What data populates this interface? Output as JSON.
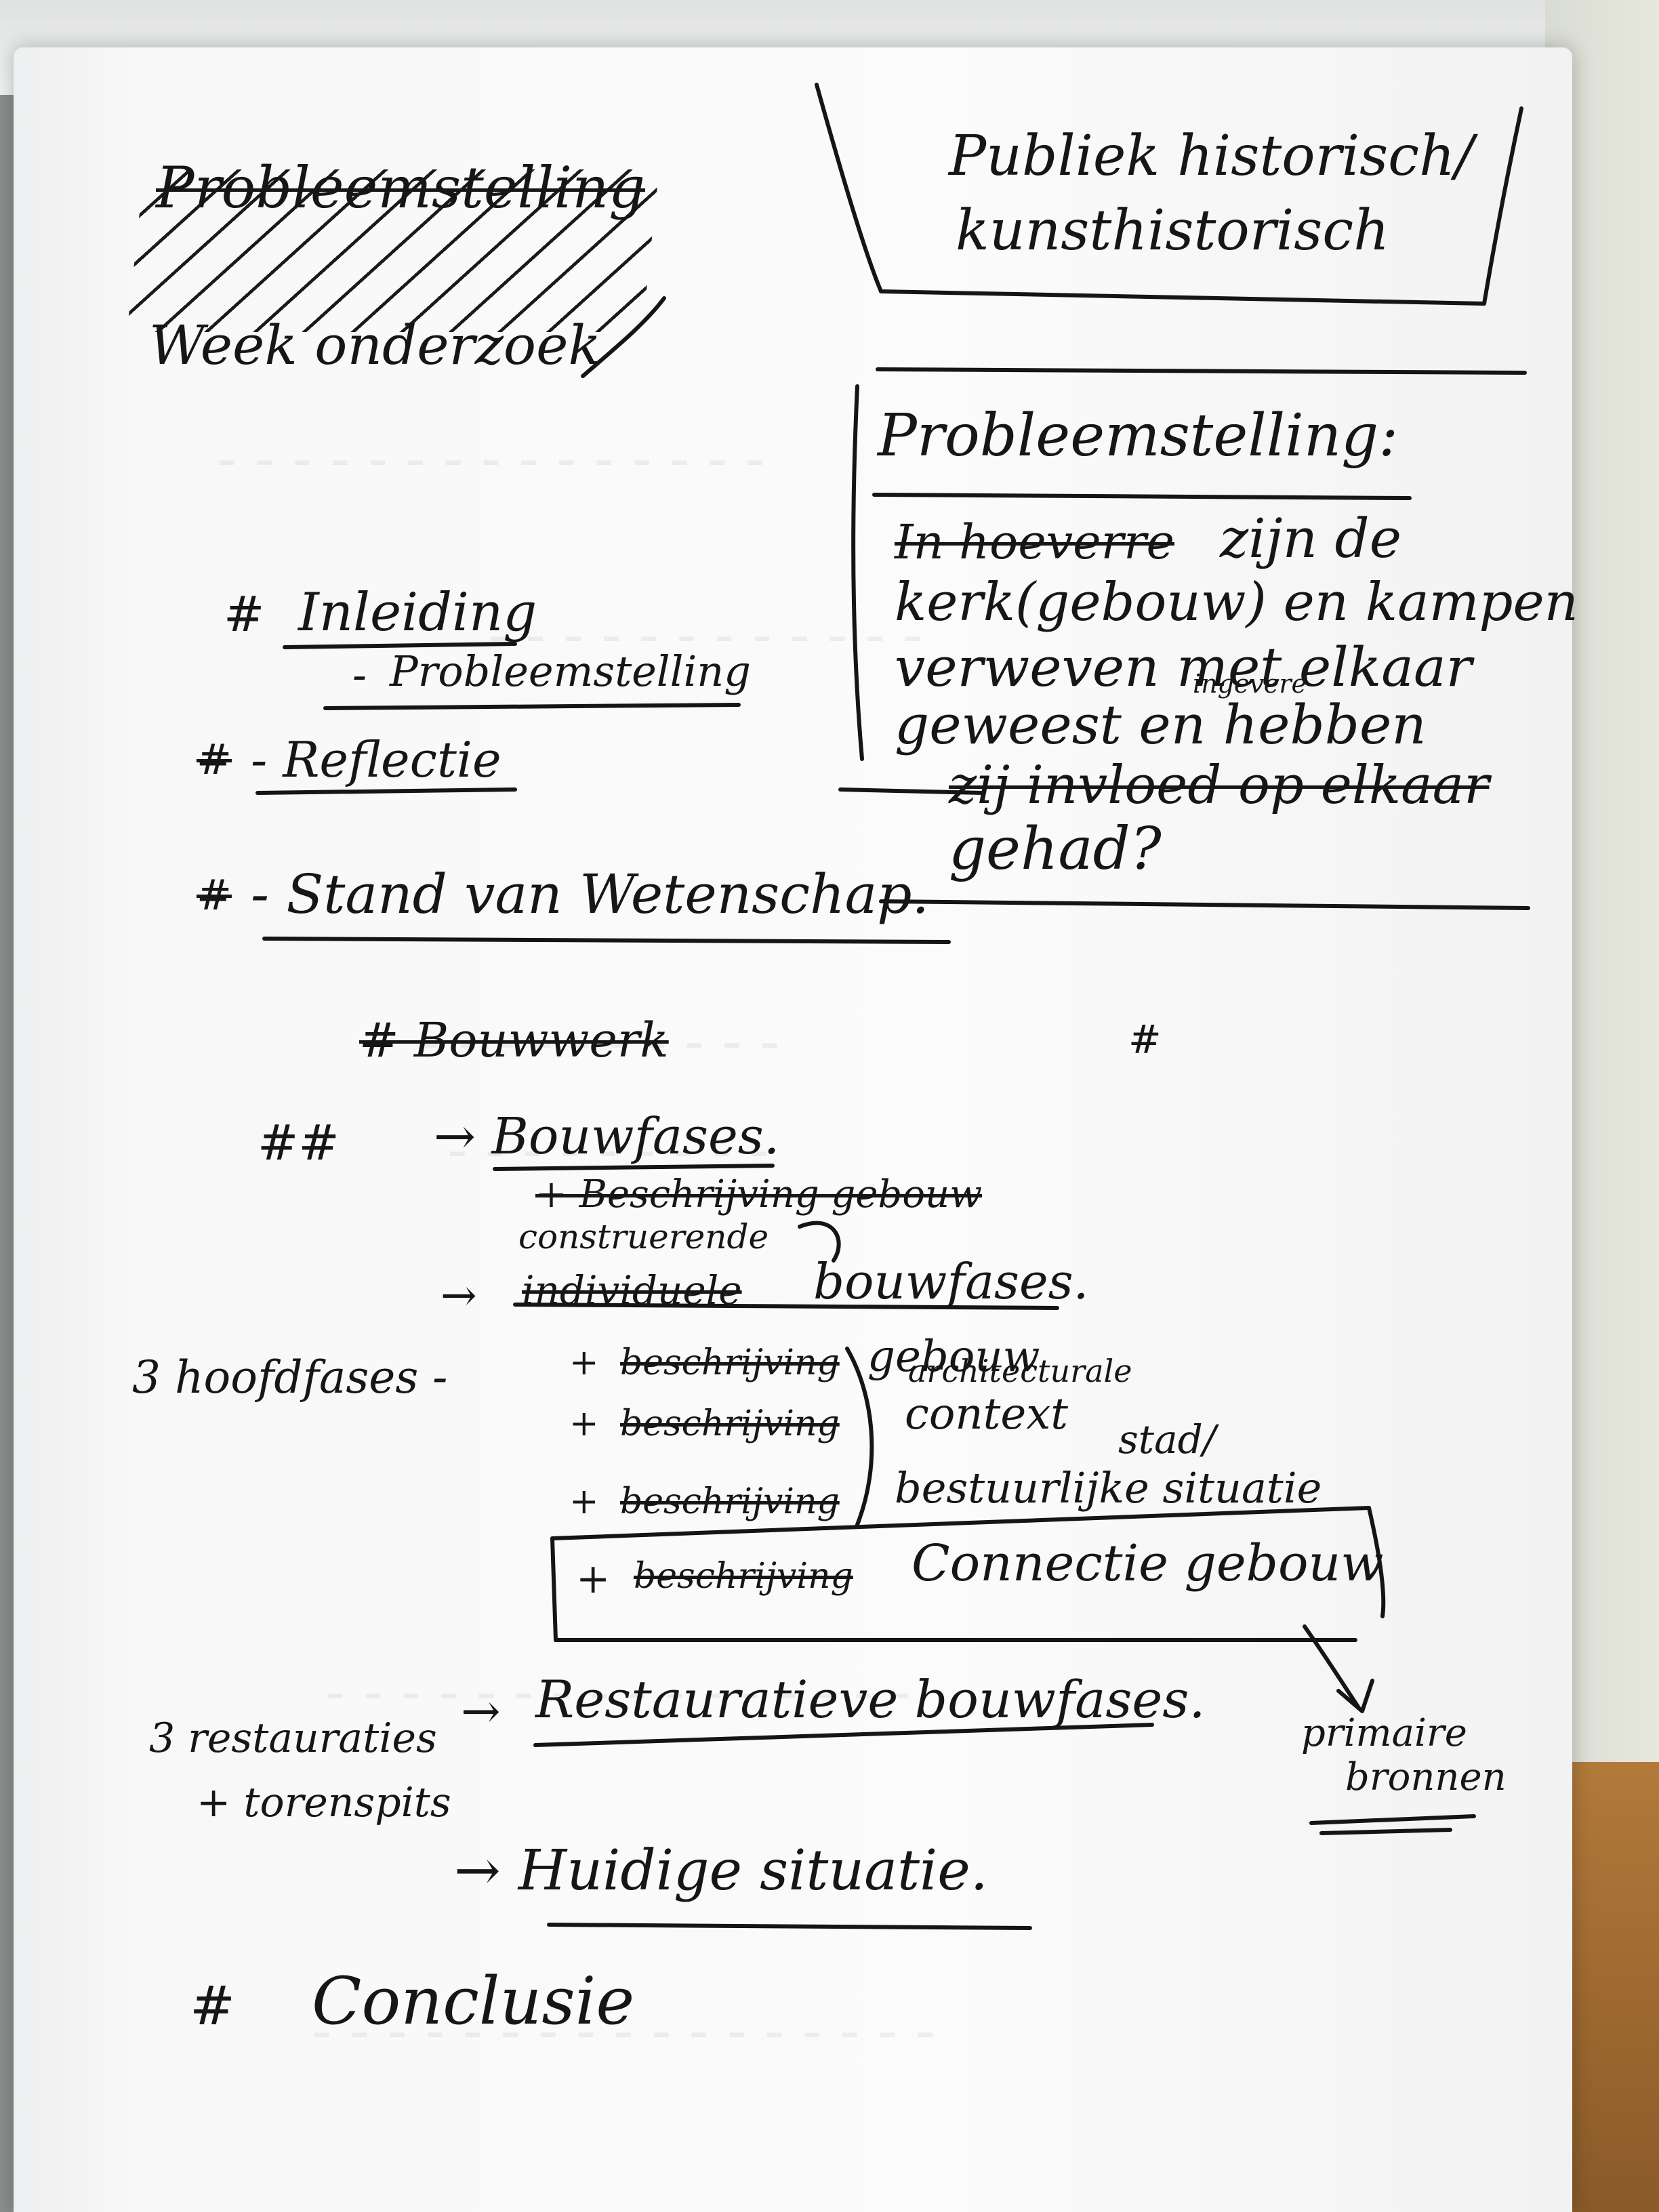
{
  "left_column": {
    "crossed_heading": "Probleemstelling",
    "week_label": "Week onderzoek",
    "items": [
      {
        "marker": "#",
        "text": "Inleiding"
      },
      {
        "marker": "-",
        "text": "Probleemstelling"
      },
      {
        "marker": "#",
        "text": "- Reflectie"
      },
      {
        "marker": "#",
        "text": "- Stand van Wetenschap."
      }
    ],
    "struck_section": "# Bouwwerk",
    "section_marker": "##",
    "bouwfases": {
      "title": "→ Bouwfases.",
      "struck_desc": "+ Beschrijving gebouw",
      "construerende": "construerende",
      "struck_individuele": "individuele",
      "bouwfases2": "bouwfases.",
      "side_note": "3 hoofdfases -",
      "plus": "+",
      "struck_word": "beschrijving",
      "sub_items": [
        {
          "text": "gebouw"
        },
        {
          "prefix": "architecturale",
          "text": "context"
        },
        {
          "prefix": "stad/",
          "text": "bestuurlijke situatie"
        },
        {
          "text": "Connectie gebouw"
        }
      ],
      "arrow_label": "primaire bronnen"
    },
    "restauratie": {
      "side_note_1": "3 restauraties",
      "side_note_2": "+ torenspits",
      "arrow": "→",
      "text": "Restauratieve bouwfases."
    },
    "huidige": "→ Huidige situatie.",
    "conclusie": {
      "marker": "#",
      "text": "Conclusie"
    }
  },
  "right_column": {
    "box_title_line1": "Publiek historisch/",
    "box_title_line2": "kunsthistorisch",
    "problem_heading": "Probleemstelling:",
    "struck_start": "In hoeverre",
    "lines": [
      "zijn de",
      "kerk(gebouw) en kampen",
      "verweven met elkaar",
      "geweest en hebben",
      "gehad?"
    ],
    "insert_word": "ingevere",
    "struck_line": "zij invloed op elkaar",
    "hash_mark": "#"
  }
}
